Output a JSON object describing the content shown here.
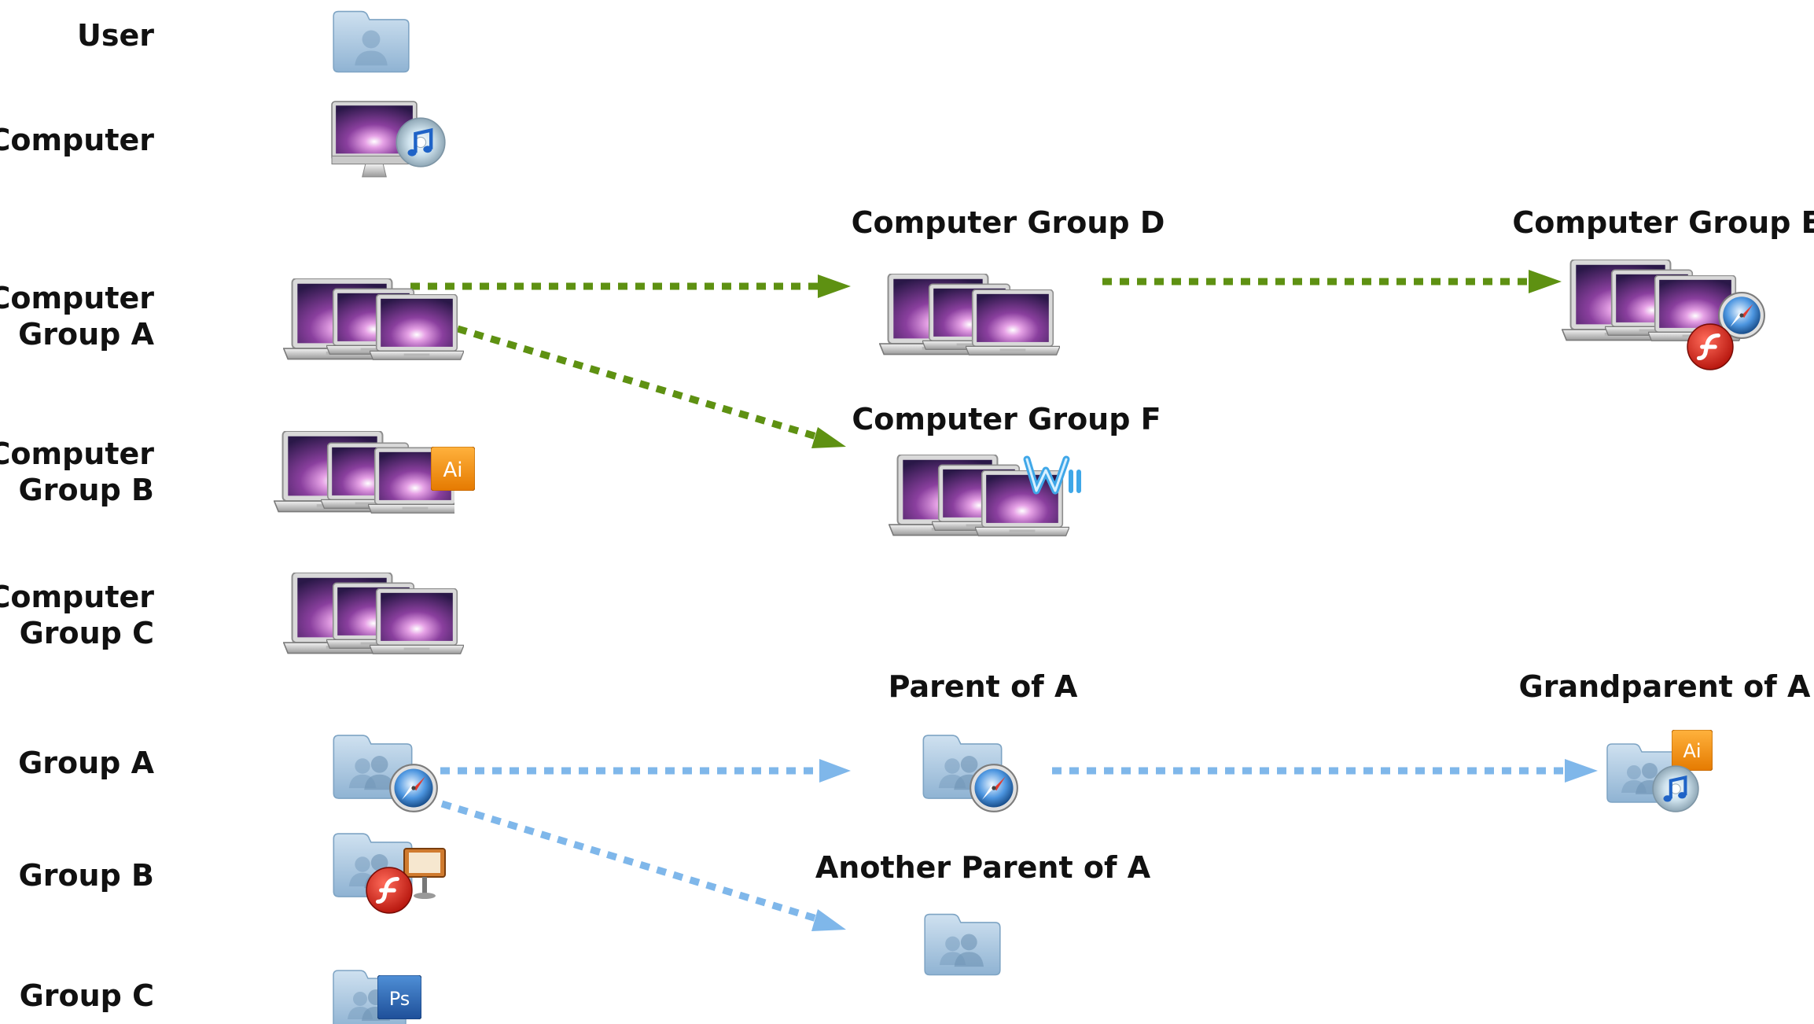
{
  "left_labels": {
    "user": "User",
    "computer": "Computer",
    "computer_group_a": [
      "Computer",
      "Group A"
    ],
    "computer_group_b": [
      "Computer",
      "Group B"
    ],
    "computer_group_c": [
      "Computer",
      "Group C"
    ],
    "group_a": "Group A",
    "group_b": "Group B",
    "group_c": "Group C"
  },
  "node_labels": {
    "computer_group_d": "Computer Group D",
    "computer_group_e": "Computer Group E",
    "computer_group_f": "Computer Group F",
    "parent_of_a": "Parent of A",
    "grandparent_of_a": "Grandparent of A",
    "another_parent_of_a": "Another Parent of A"
  },
  "badges": {
    "illustrator": "Ai",
    "photoshop": "Ps"
  },
  "colors": {
    "computer_arrow": "#5e9112",
    "group_arrow": "#7fb7ea",
    "folder": "#a7c6e0"
  },
  "icons": {
    "user": "user-folder-icon",
    "computer": "imac-icon",
    "computer_group": "laptop-stack-icon",
    "group": "group-folder-icon",
    "itunes": "itunes-icon",
    "safari": "safari-icon",
    "flash": "flash-icon",
    "keynote": "keynote-icon",
    "word": "word-icon"
  }
}
